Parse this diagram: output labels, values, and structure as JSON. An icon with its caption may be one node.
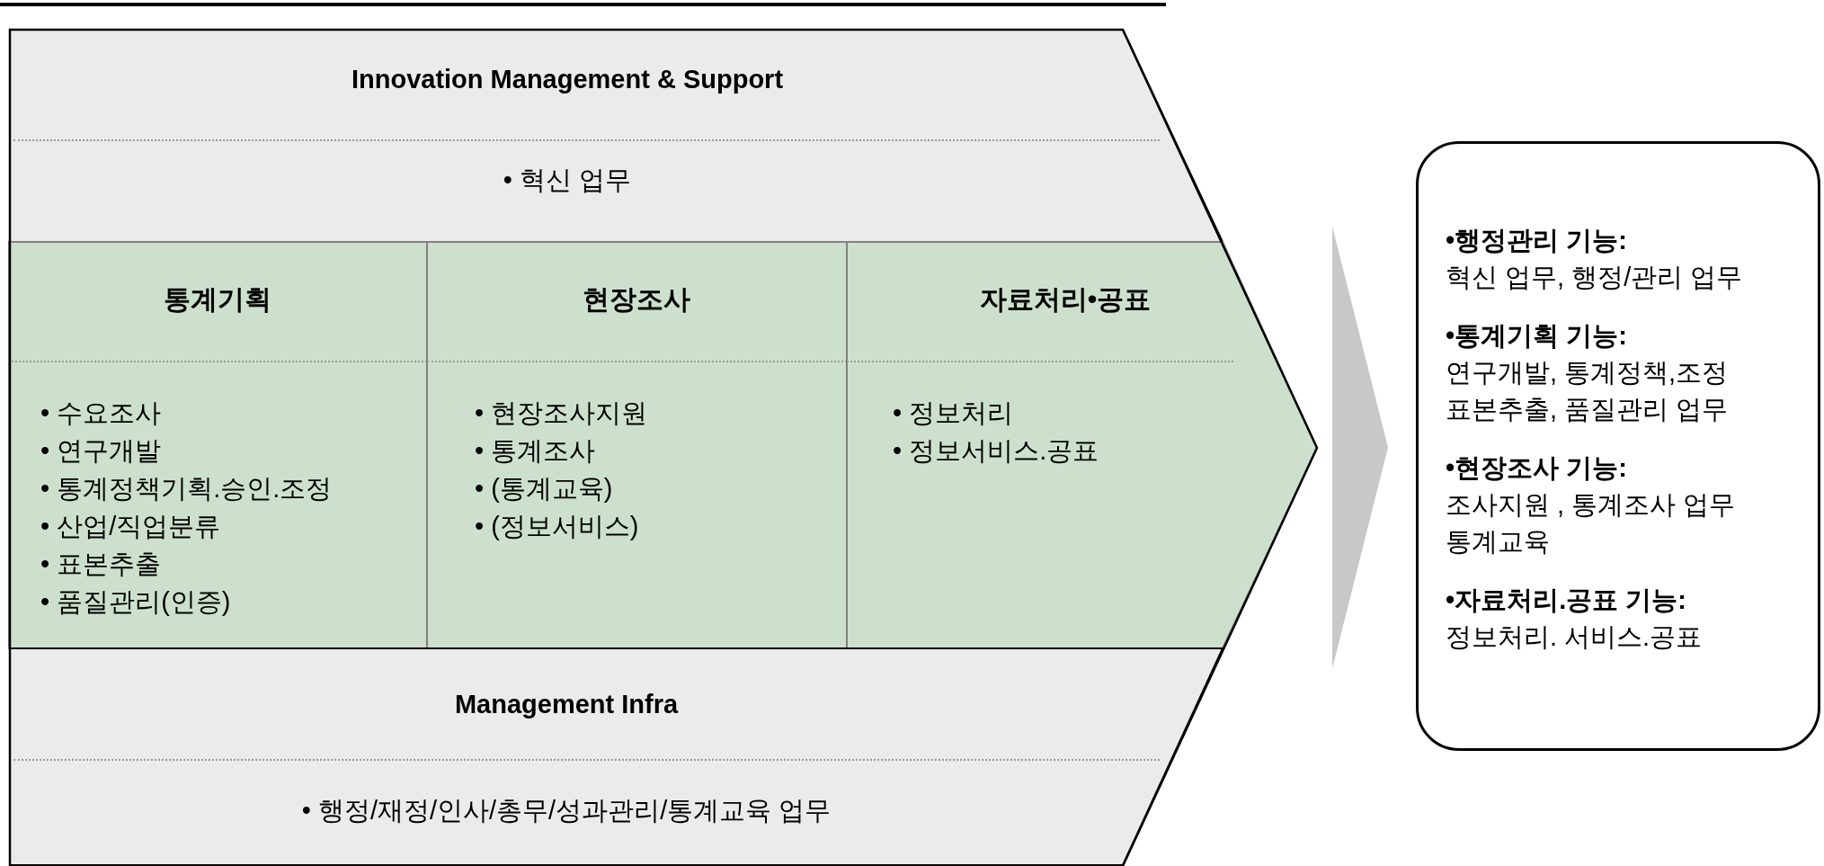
{
  "diagram": {
    "nodes": [
      {
        "text": [],
        "shape": "chevron"
      },
      {
        "text": [
          "Innovation Management & Support",
          "• 혁신 업무"
        ],
        "in": 0
      },
      {
        "text": [
          "통계기획",
          "• 수요조사",
          "• 연구개발",
          "• 통계정책기획.승인.조정",
          "• 산업/직업분류",
          "• 표본추출",
          "• 품질관리(인증)"
        ],
        "in": 0
      },
      {
        "text": [
          "현장조사",
          "• 현장조사지원",
          "• 통계조사",
          "• (통계교육)",
          "• (정보서비스)"
        ],
        "in": 0
      },
      {
        "text": [
          "자료처리•공표",
          "• 정보처리",
          "• 정보서비스.공표"
        ],
        "in": 0
      },
      {
        "text": [
          "Management Infra",
          "• 행정/재정/인사/총무/성과관리/통계교육 업무"
        ],
        "in": 0
      },
      {
        "text": [
          "•행정관리 기능:",
          "혁신 업무, 행정/관리 업무",
          "•통계기획 기능:",
          "연구개발, 통계정책,조정 표본추출, 품질관리 업무",
          "•현장조사 기능:",
          "조사지원 , 통계조사 업무 통계교육",
          "•자료처리.공표 기능:",
          "정보처리. 서비스.공표"
        ]
      }
    ],
    "edges": [
      {
        "from": 0,
        "to": 6,
        "arrow": "to"
      }
    ]
  }
}
